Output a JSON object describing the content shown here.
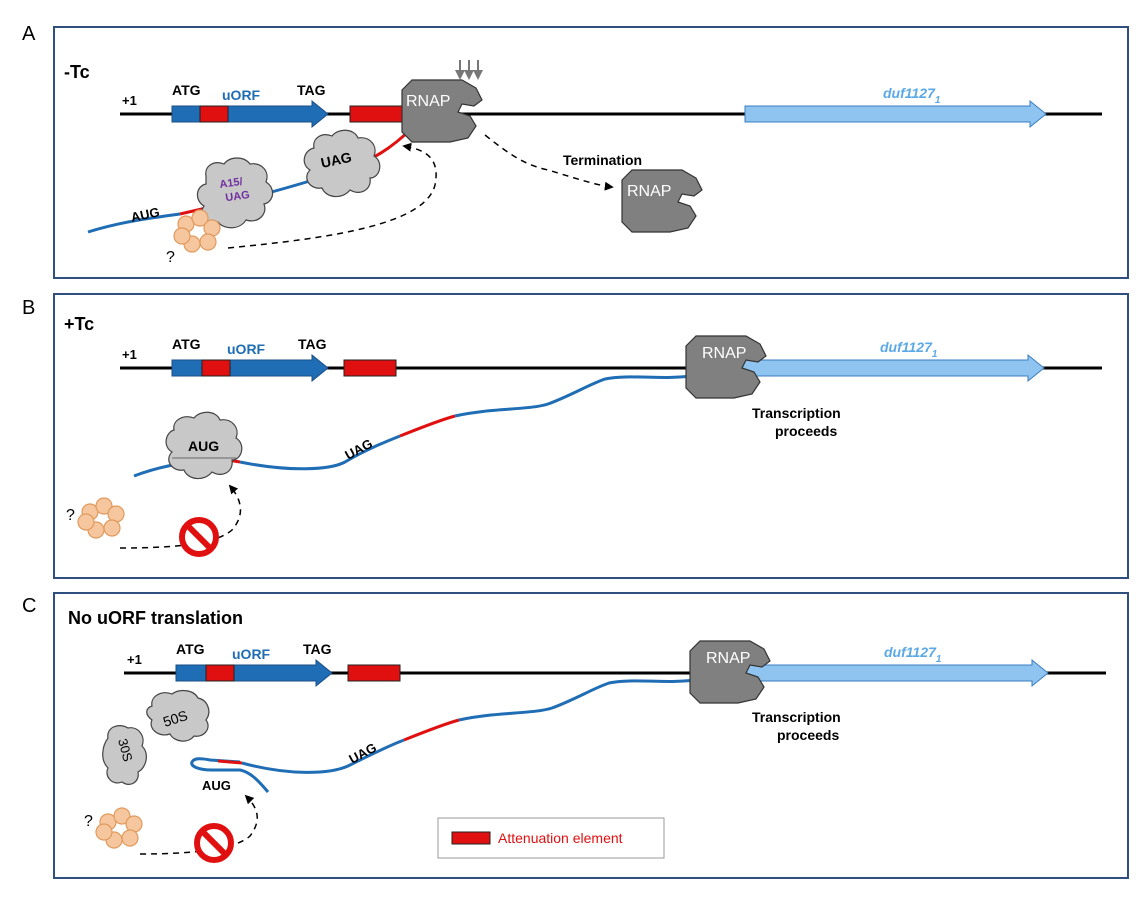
{
  "panels": [
    {
      "letter": "A",
      "condition": "-Tc",
      "plus1": "+1",
      "atg": "ATG",
      "uorf": "uORF",
      "tag": "TAG",
      "rnap": "RNAP",
      "gene": "duf1127",
      "gene_sub": "1",
      "termination": "Termination",
      "rnap_released": "RNAP",
      "aug": "AUG",
      "uag": "UAG",
      "stall_line1": "A15/",
      "stall_line2": "UAG",
      "question": "?"
    },
    {
      "letter": "B",
      "condition": "+Tc",
      "plus1": "+1",
      "atg": "ATG",
      "uorf": "uORF",
      "tag": "TAG",
      "rnap": "RNAP",
      "gene": "duf1127",
      "gene_sub": "1",
      "proceeds_line1": "Transcription",
      "proceeds_line2": "proceeds",
      "aug": "AUG",
      "uag": "UAG",
      "question": "?"
    },
    {
      "letter": "C",
      "condition": "No uORF translation",
      "plus1": "+1",
      "atg": "ATG",
      "uorf": "uORF",
      "tag": "TAG",
      "rnap": "RNAP",
      "gene": "duf1127",
      "gene_sub": "1",
      "proceeds_line1": "Transcription",
      "proceeds_line2": "proceeds",
      "aug": "AUG",
      "uag": "UAG",
      "sub50s": "50S",
      "sub30s": "30S",
      "question": "?"
    }
  ],
  "legend": {
    "label": "Attenuation element"
  },
  "colors": {
    "frame": "#2f4f7f",
    "dna": "#000000",
    "uorf": "#1f6db5",
    "attenuation": "#e01010",
    "gene": "#8ec4ef",
    "gene_text": "#5aa9e6",
    "rnap": "#808080",
    "ribosome": "#c8c8c8",
    "factor": "#f6c79e",
    "factor_stroke": "#e0995c",
    "stall_text": "#7030a0",
    "legend_text": "#e01010"
  }
}
